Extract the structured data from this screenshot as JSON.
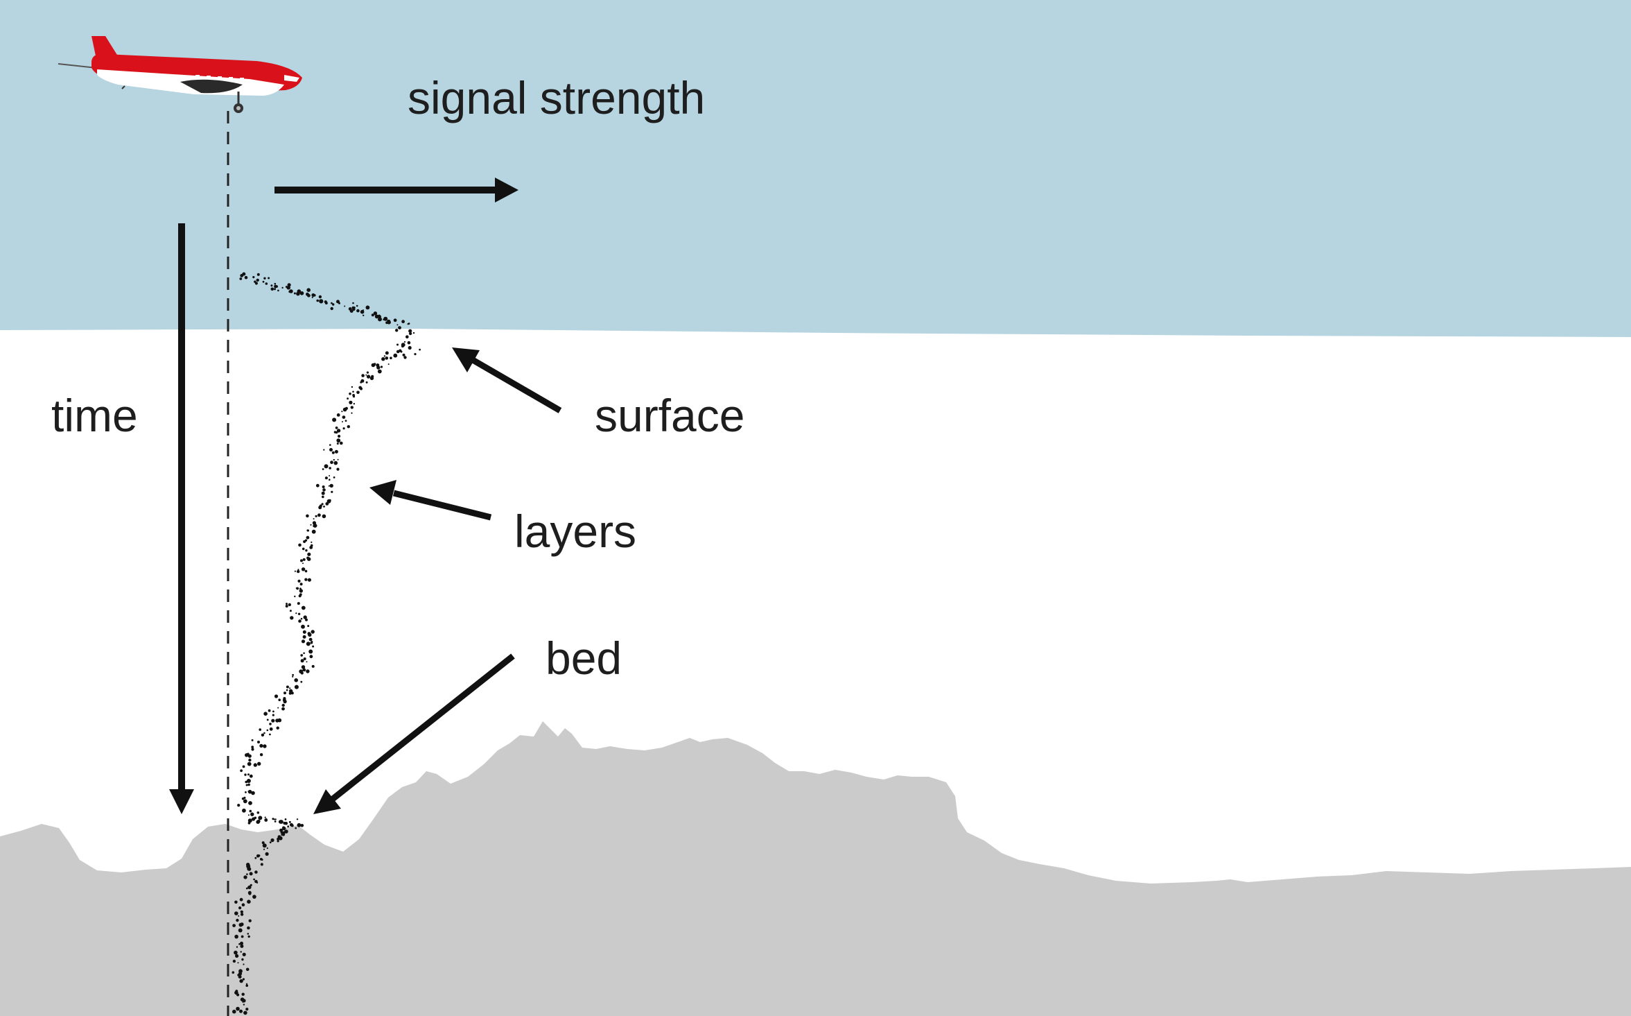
{
  "labels": {
    "signal_strength": "signal strength",
    "time": "time",
    "surface": "surface",
    "layers": "layers",
    "bed": "bed"
  },
  "colors": {
    "sky": "#b6d5e1",
    "ice": "#ffffff",
    "bedrock": "#cbcbcb",
    "ink": "#111111",
    "aircraft_body": "#d9111a",
    "aircraft_belly": "#ffffff"
  },
  "icons": {
    "aircraft": "red-survey-airplane-icon"
  }
}
